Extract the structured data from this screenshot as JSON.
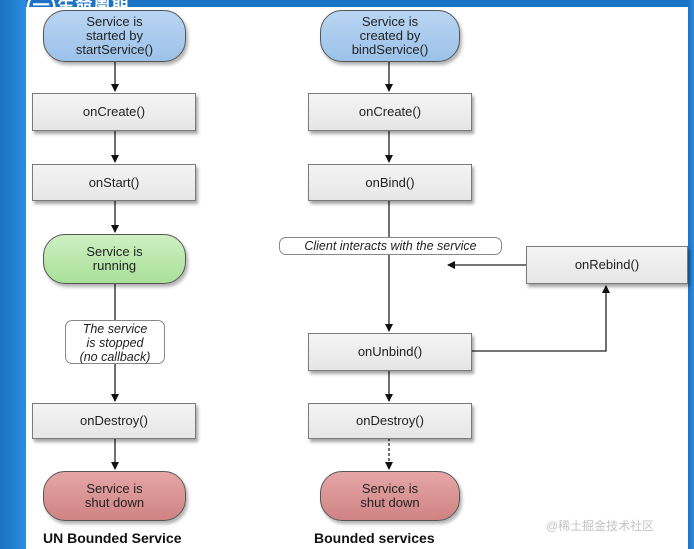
{
  "page_title": "(一)生命周期",
  "left_column": {
    "caption": "UN Bounded Service",
    "start": "Service is\nstarted by\nstartService()",
    "on_create": "onCreate()",
    "on_start": "onStart()",
    "running": "Service is\nrunning",
    "stopped_note": "The service\nis stopped\n(no callback)",
    "on_destroy": "onDestroy()",
    "shut_down": "Service is\nshut down"
  },
  "right_column": {
    "caption": "Bounded services",
    "start": "Service is\ncreated by\nbindService()",
    "on_create": "onCreate()",
    "on_bind": "onBind()",
    "client_note": "Client interacts with the service",
    "on_rebind": "onRebind()",
    "on_unbind": "onUnbind()",
    "on_destroy": "onDestroy()",
    "shut_down": "Service is\nshut down"
  },
  "watermark": "@稀土掘金技术社区",
  "colors": {
    "background_blue": "#1d7fd0",
    "start_node": "#a9ccef",
    "running_node": "#b6e6a8",
    "shutdown_node": "#d99494",
    "method_box": "#ececec"
  }
}
